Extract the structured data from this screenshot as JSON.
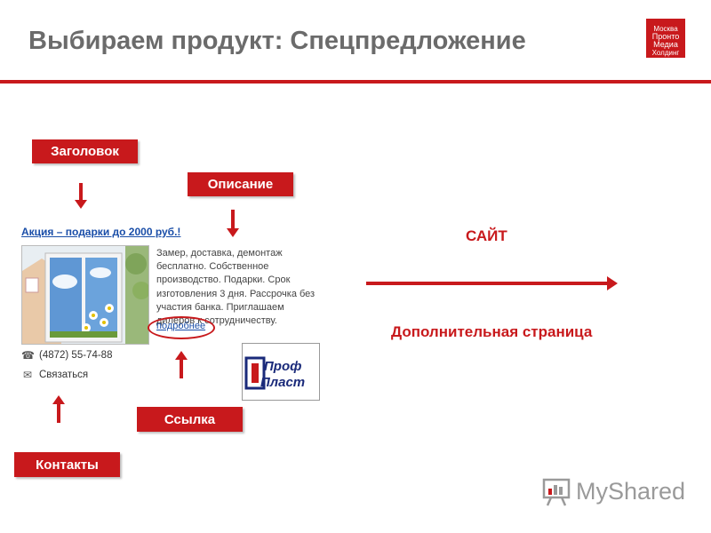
{
  "slide": {
    "title": "Выбираем продукт: Спецпредложение",
    "logo_text": [
      "Москва",
      "Пронто",
      "Медиа",
      "Холдинг"
    ]
  },
  "labels": {
    "header": "Заголовок",
    "description": "Описание",
    "link": "Ссылка",
    "contacts": "Контакты"
  },
  "ad": {
    "title": "Акция – подарки до 2000 руб.!",
    "description": "Замер, доставка, демонтаж бесплатно. Собственное производство. Подарки. Срок изготовления 3 дня. Рассрочка без участия банка. Приглашаем дилеров к сотрудничеству.",
    "more_link": "подробнее",
    "phone": "(4872) 55-74-88",
    "contact_link": "Связаться",
    "brand_logo": [
      "Проф",
      "Пласт"
    ]
  },
  "diagram": {
    "site_label": "САЙТ",
    "extra_page_label": "Дополнительная страница"
  },
  "watermark": {
    "text": "MyShared"
  },
  "colors": {
    "accent": "#c8191c",
    "title_gray": "#6b6b6b",
    "link_blue": "#1a4ea8"
  }
}
